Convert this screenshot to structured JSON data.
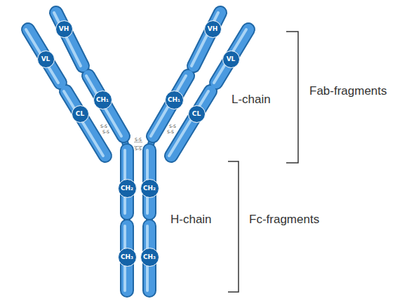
{
  "diagram": {
    "nodes": [
      {
        "text": [
          "VH"
        ]
      },
      {
        "text": [
          "VH"
        ]
      },
      {
        "text": [
          "VL"
        ]
      },
      {
        "text": [
          "VL"
        ]
      },
      {
        "text": [
          "CH₁"
        ]
      },
      {
        "text": [
          "CH₁"
        ]
      },
      {
        "text": [
          "CL"
        ]
      },
      {
        "text": [
          "CL"
        ]
      },
      {
        "text": [
          "CH₂"
        ]
      },
      {
        "text": [
          "CH₂"
        ]
      },
      {
        "text": [
          "CH₃"
        ]
      },
      {
        "text": [
          "CH₃"
        ]
      }
    ],
    "labels": [
      "L-chain",
      "Fab-fragments",
      "H-chain",
      "Fc-fragments",
      "S-S",
      "S-S",
      "S-S",
      "S-S",
      "S-S",
      "S-S"
    ]
  }
}
